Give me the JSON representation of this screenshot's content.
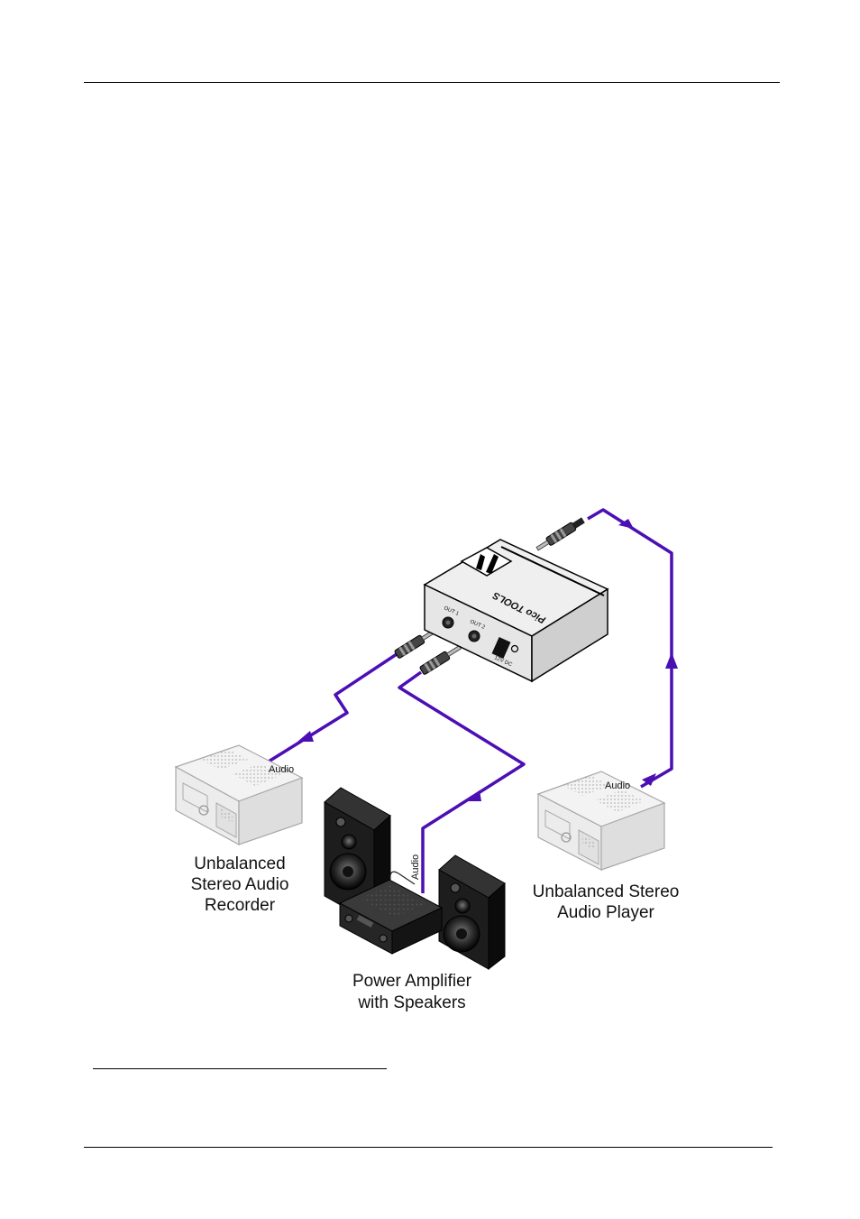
{
  "diagram": {
    "device": {
      "brand_text": "Pico TOOLS",
      "port_labels": [
        "OUT 1",
        "OUT 2",
        "12V DC"
      ]
    },
    "cable_labels": {
      "recorder": "Audio",
      "amplifier": "Audio",
      "player": "Audio"
    },
    "captions": {
      "recorder": [
        "Unbalanced",
        "Stereo Audio",
        "Recorder"
      ],
      "player": [
        "Unbalanced Stereo",
        "Audio Player"
      ],
      "amplifier": [
        "Power Amplifier",
        "with Speakers"
      ]
    },
    "colors": {
      "cable": "#4b0fb4",
      "device_body": "#e6e6e6",
      "speaker": "#151515"
    }
  }
}
